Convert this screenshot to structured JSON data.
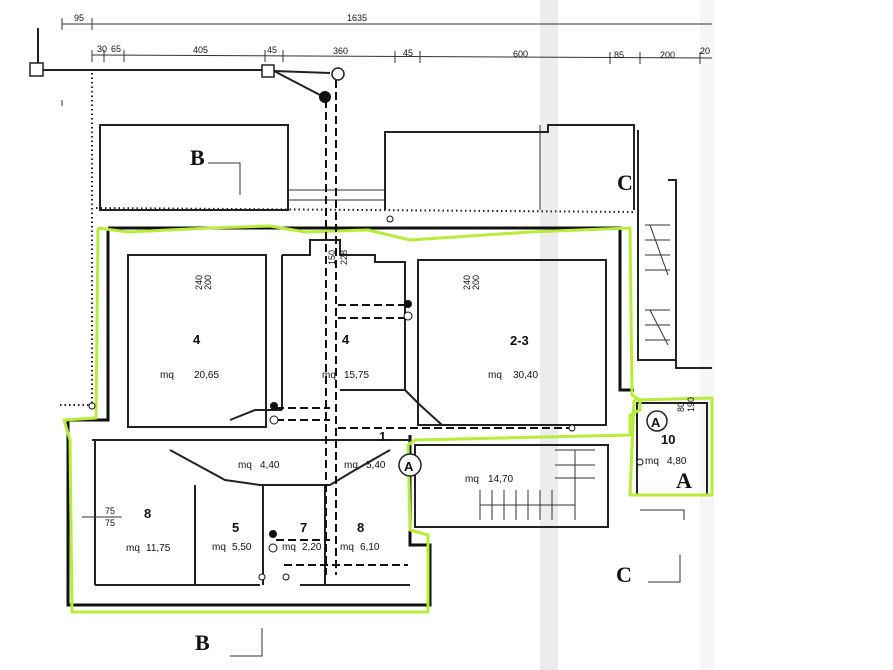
{
  "dimensions": {
    "top_row": [
      "95",
      "1635"
    ],
    "second_row": [
      "30",
      "65",
      "405",
      "45",
      "360",
      "45",
      "600",
      "85",
      "200",
      "20"
    ],
    "vertical": [
      "240",
      "200",
      "150",
      "228",
      "240",
      "200",
      "80",
      "190",
      "75",
      "75"
    ]
  },
  "sections": {
    "B": "B",
    "C": "C",
    "A": "A"
  },
  "rooms": [
    {
      "id": "room-4-left",
      "number": "4",
      "unit": "mq",
      "area": "20,65"
    },
    {
      "id": "room-4-center",
      "number": "4",
      "unit": "mq",
      "area": "15,75"
    },
    {
      "id": "room-2-3",
      "number": "2-3",
      "unit": "mq",
      "area": "30,40"
    },
    {
      "id": "room-1",
      "number": "1",
      "unit": "",
      "area": ""
    },
    {
      "id": "hall-left",
      "number": "",
      "unit": "mq",
      "area": "4,40"
    },
    {
      "id": "hall-right",
      "number": "",
      "unit": "mq",
      "area": "5,40"
    },
    {
      "id": "stair-room",
      "number": "",
      "unit": "mq",
      "area": "14,70"
    },
    {
      "id": "room-10",
      "number": "10",
      "unit": "mq",
      "area": "4,80"
    },
    {
      "id": "room-8-left",
      "number": "8",
      "unit": "mq",
      "area": "11,75"
    },
    {
      "id": "room-5",
      "number": "5",
      "unit": "mq",
      "area": "5,50"
    },
    {
      "id": "room-7",
      "number": "7",
      "unit": "mq",
      "area": "2,20"
    },
    {
      "id": "room-8-right",
      "number": "8",
      "unit": "mq",
      "area": "6,10"
    }
  ],
  "colors": {
    "highlight": "#b8ec3c",
    "ink": "#222222"
  }
}
